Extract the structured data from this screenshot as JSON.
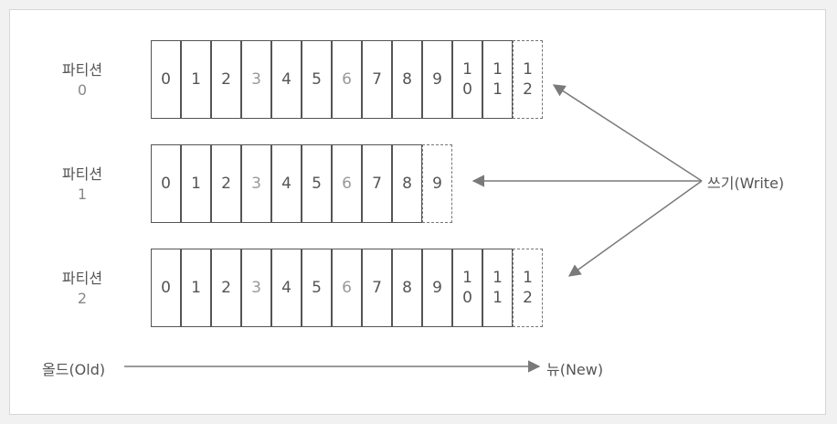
{
  "partitions": [
    {
      "label": "파티션",
      "index": "0",
      "offsets": [
        "0",
        "1",
        "2",
        "3",
        "4",
        "5",
        "6",
        "7",
        "8",
        "9",
        "10",
        "11"
      ],
      "next_offset": "12"
    },
    {
      "label": "파티션",
      "index": "1",
      "offsets": [
        "0",
        "1",
        "2",
        "3",
        "4",
        "5",
        "6",
        "7",
        "8"
      ],
      "next_offset": "9"
    },
    {
      "label": "파티션",
      "index": "2",
      "offsets": [
        "0",
        "1",
        "2",
        "3",
        "4",
        "5",
        "6",
        "7",
        "8",
        "9",
        "10",
        "11"
      ],
      "next_offset": "12"
    }
  ],
  "write_label": "쓰기(Write)",
  "old_label": "올드(Old)",
  "new_label": "뉴(New)",
  "colors": {
    "stroke": "#555555",
    "arrow": "#7a7a7a",
    "text": "#555555"
  }
}
